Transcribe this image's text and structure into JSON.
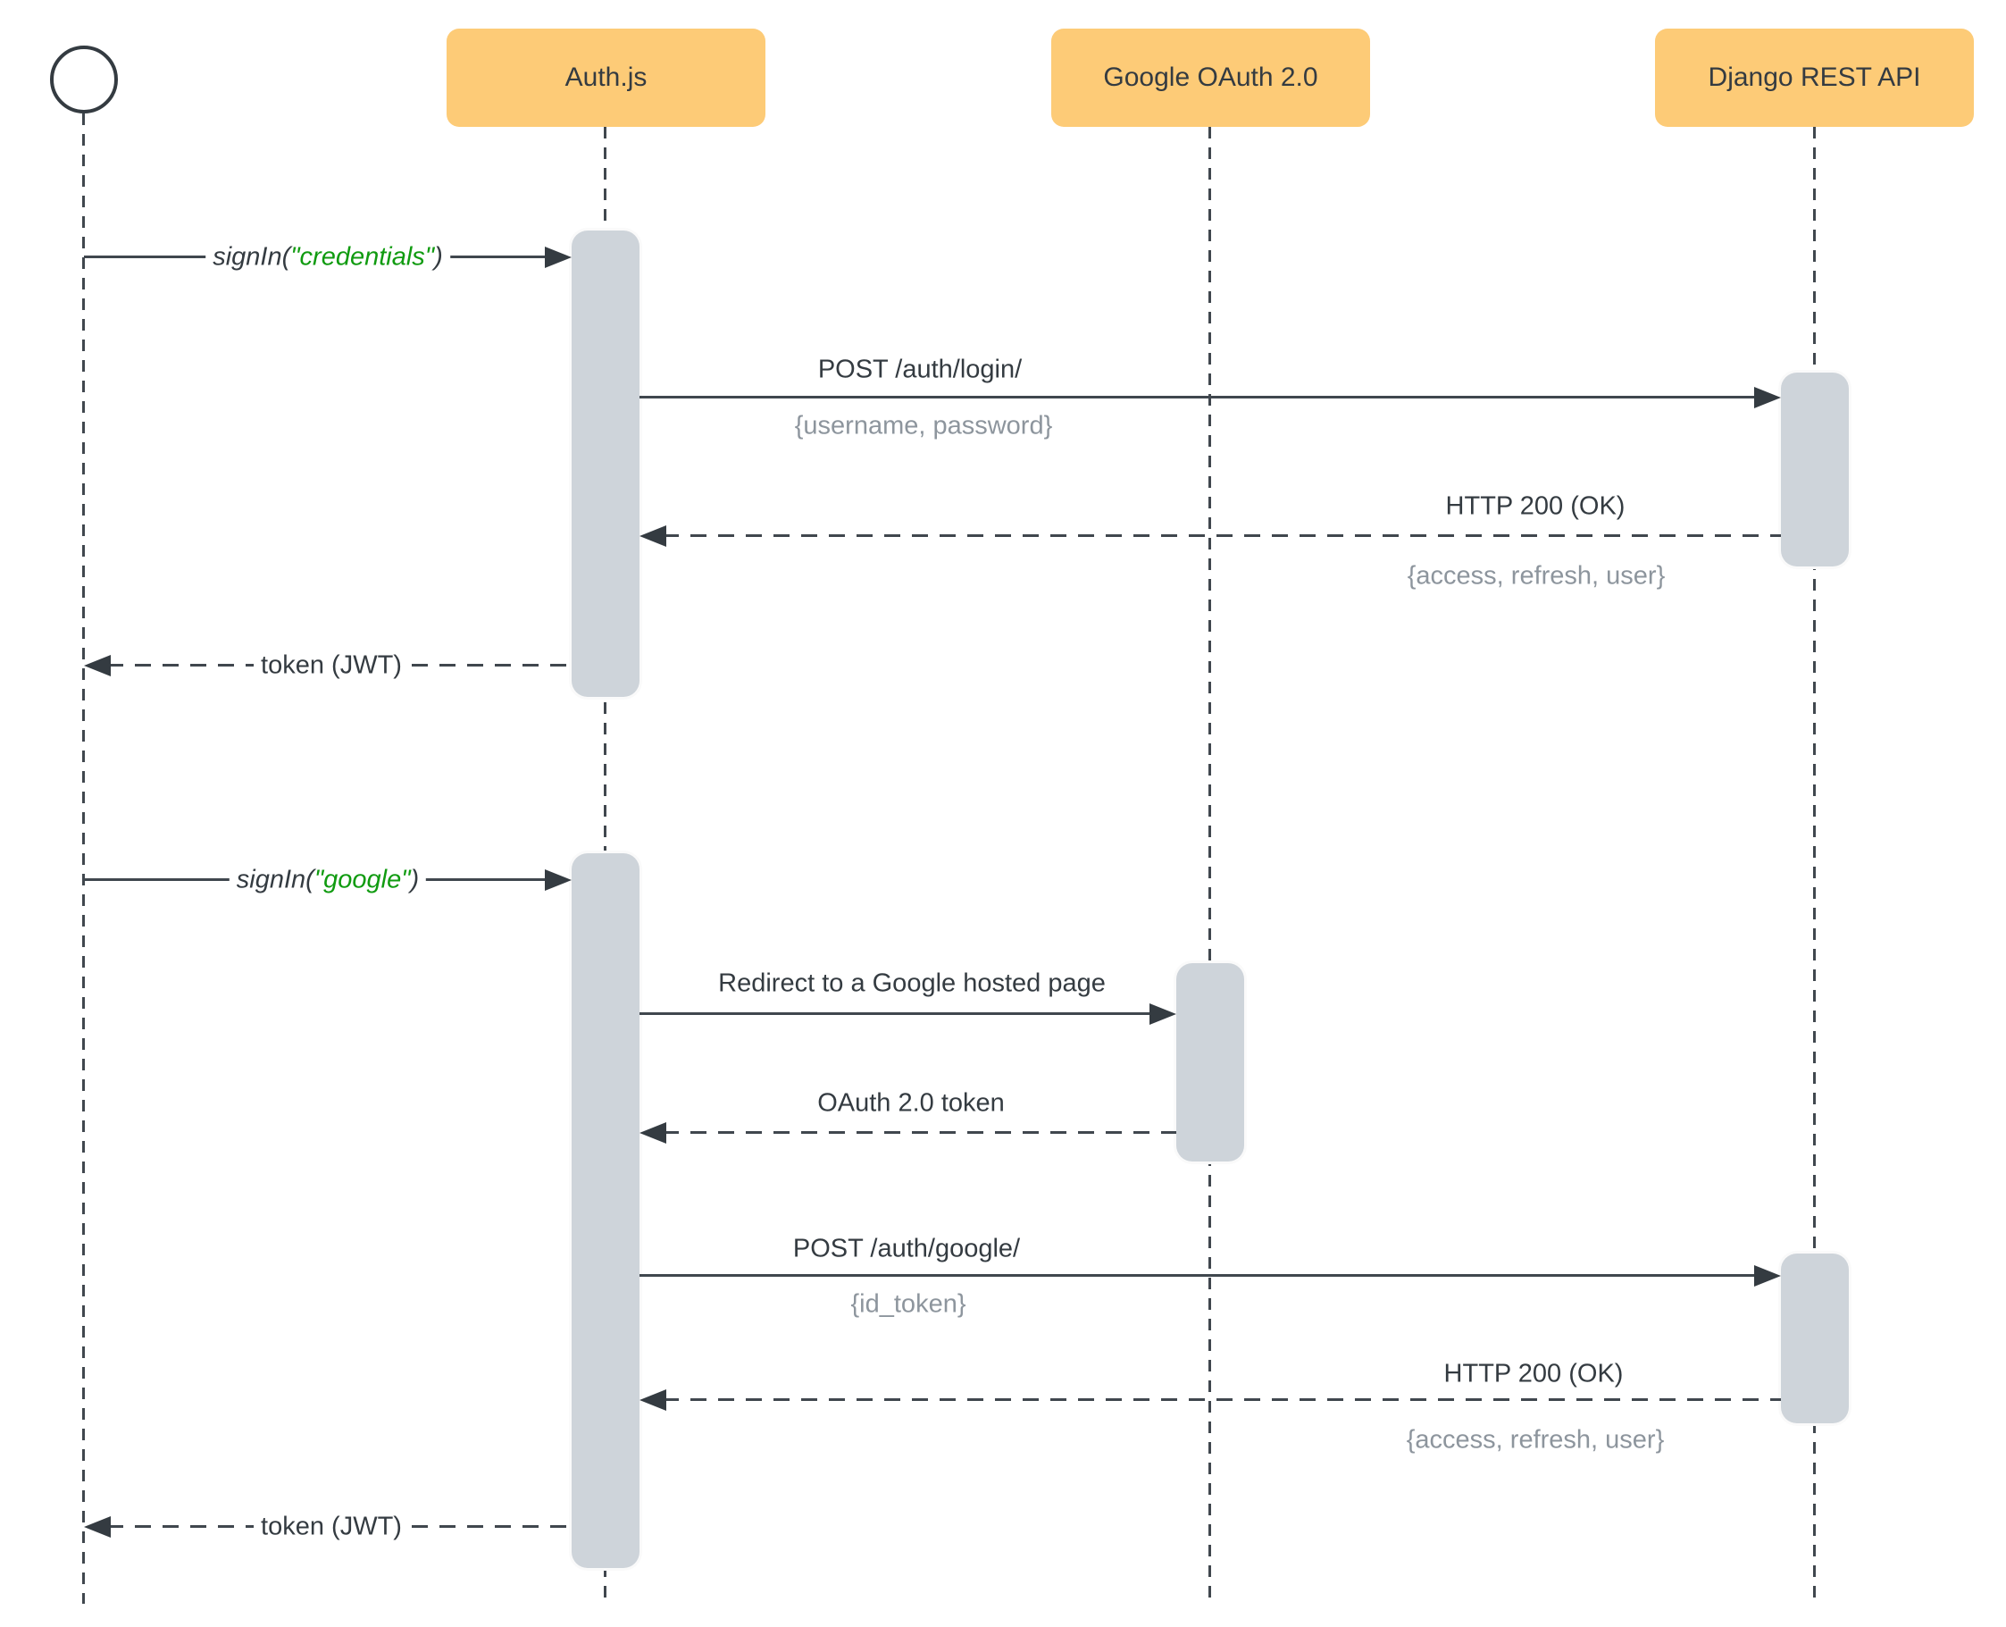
{
  "participants": [
    {
      "label": "Auth.js"
    },
    {
      "label": "Google OAuth 2.0"
    },
    {
      "label": "Django REST API"
    }
  ],
  "messages": {
    "m1": {
      "pre": "signIn(",
      "arg": "\"credentials\"",
      "post": ")"
    },
    "m2": {
      "label": "POST /auth/login/",
      "payload": "{username, password}"
    },
    "m3": {
      "label": "HTTP 200 (OK)",
      "payload": "{access, refresh, user}"
    },
    "m4": {
      "label": "token (JWT)"
    },
    "m5": {
      "pre": "signIn(",
      "arg": "\"google\"",
      "post": ")"
    },
    "m6": {
      "label": "Redirect to a Google hosted page"
    },
    "m7": {
      "label": "OAuth 2.0 token"
    },
    "m8": {
      "label": "POST /auth/google/",
      "payload": "{id_token}"
    },
    "m9": {
      "label": "HTTP 200 (OK)",
      "payload": "{access, refresh, user}"
    },
    "m10": {
      "label": "token (JWT)"
    }
  },
  "colors": {
    "participant_fill": "#fdcb77",
    "activation_fill": "#ced4da",
    "line": "#40474e",
    "text": "#343b41",
    "payload_text": "#8d959d",
    "string_literal": "#109b10",
    "background": "#ffffff"
  }
}
